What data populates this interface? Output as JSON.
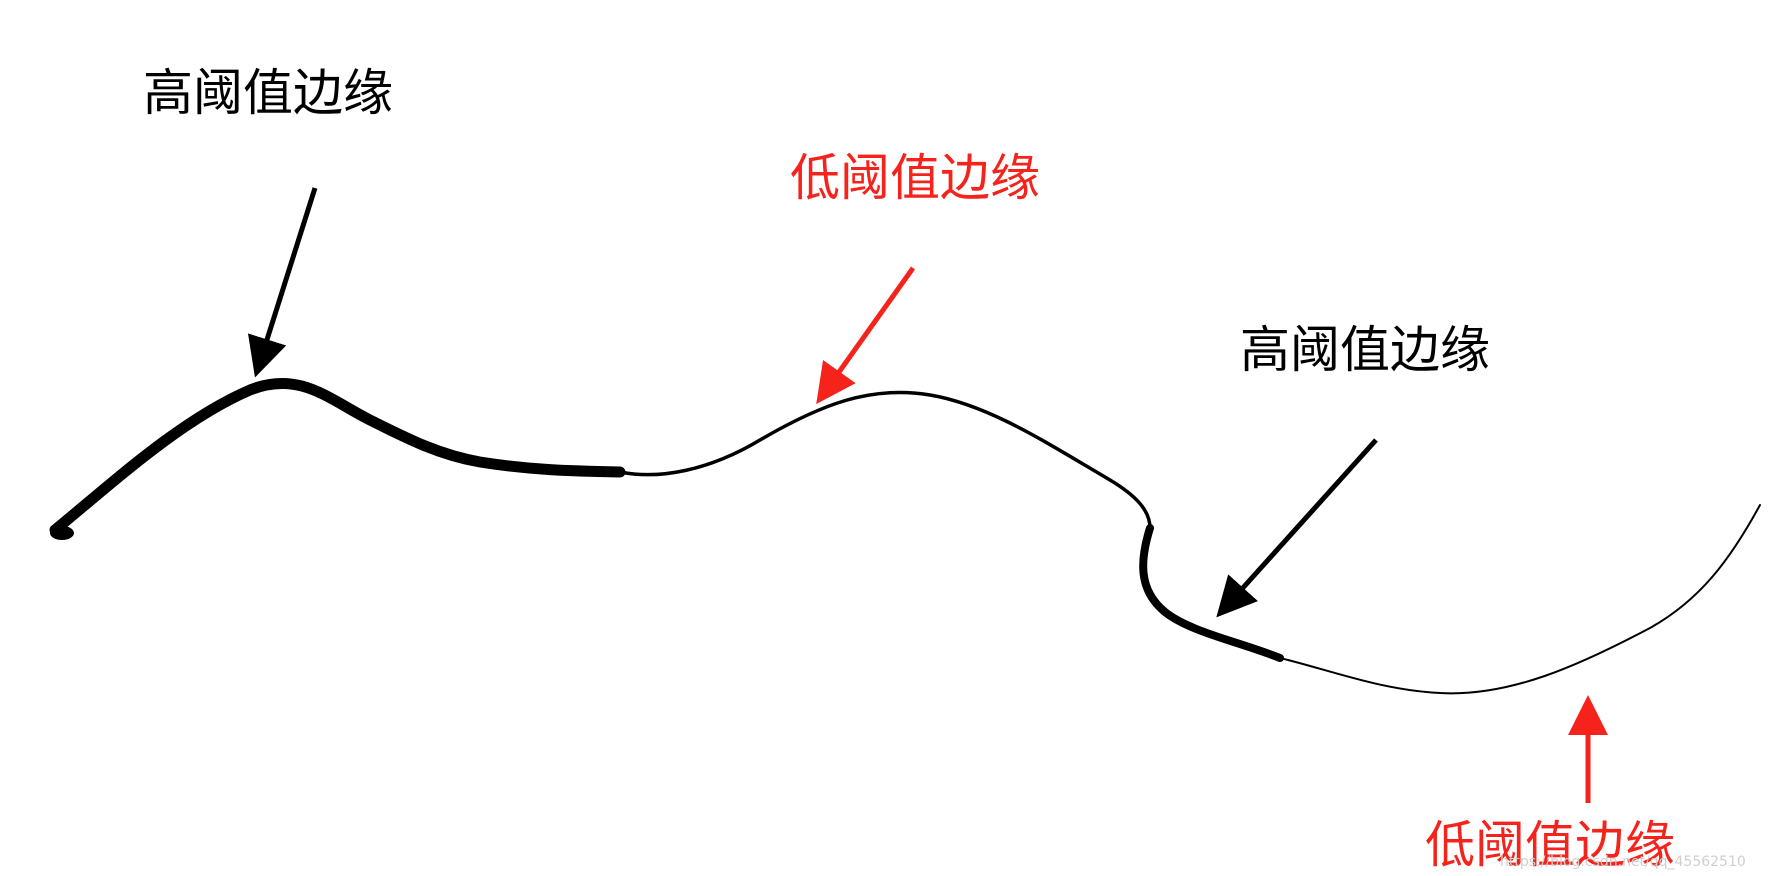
{
  "colors": {
    "high": "#000000",
    "low": "#f5231b"
  },
  "labels": {
    "high_1": "高阈值边缘",
    "low_1": "低阈值边缘",
    "high_2": "高阈值边缘",
    "low_2": "低阈值边缘"
  },
  "watermark": "https://blog.csdn.net/qq_45562510"
}
